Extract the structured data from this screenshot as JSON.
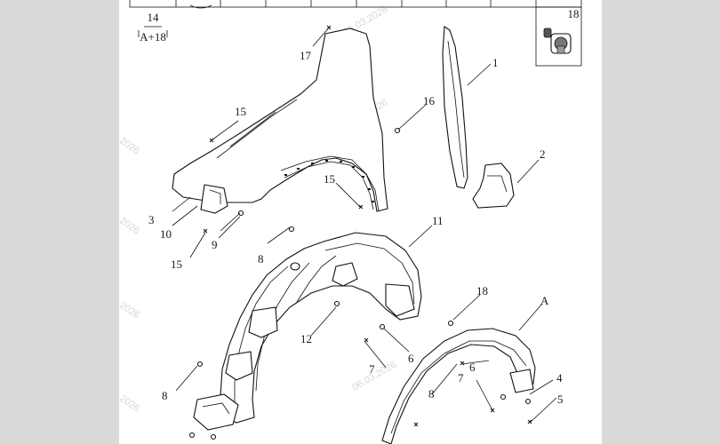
{
  "header_table": {
    "labels": [
      "14",
      "A+18",
      "18"
    ]
  },
  "callouts": {
    "c1": "1",
    "c2": "2",
    "c3": "3",
    "c4": "4",
    "c5": "5",
    "c6a": "6",
    "c6b": "6",
    "c7a": "7",
    "c7b": "7",
    "c8a": "8",
    "c8b": "8",
    "c8c": "8",
    "c9": "9",
    "c10": "10",
    "c11": "11",
    "c12": "12",
    "c15a": "15",
    "c15b": "15",
    "c15c": "15",
    "c16": "16",
    "c17": "17",
    "c18": "18",
    "cA": "A"
  },
  "watermark": {
    "w1": "06.03.2026",
    "w2": "06.03.2026",
    "w3": "06.03.2026",
    "w4": "2026",
    "w5": "2026",
    "w6": "2026",
    "w7": "2026"
  }
}
